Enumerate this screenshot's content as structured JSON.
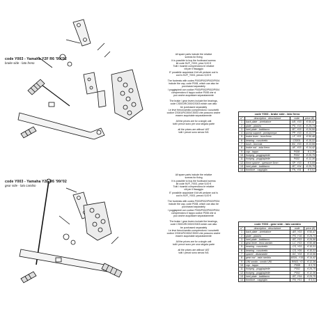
{
  "top": {
    "model_title": "code Y003 - Yamaha Y2F R6 '99/'02",
    "model_subtitle": "brake side - lato freno",
    "notes": [
      [
        "All spare parts include the relative",
        "screws for fixing",
        "It is possible to buy the footboard screws",
        "kit code NVF_Y003, price 5,00 €",
        "Tutti i ricambi comprendono le relative",
        "viti per il fissaggio",
        "E' possibile acquistare il kit viti pedane cod is",
        "cod is NVF_Y003, prezzo 5,00 €"
      ],
      [
        "The footrests with codes P003/P002/P002/P004",
        "include the cap, code P008, which can also be",
        "purchased separately",
        "I poggiapiedi con codice P003/P002/P002/P004",
        "comprendono il tappo codice P008 che si",
        "può anche acquistare separatamente"
      ],
      [
        "The brake / gear levers include the bearings,",
        "code CS001/RC000/CS003 which can also",
        "be purchased separately",
        "Le leve freno/cambio comprendono i cuscinetti",
        "codice CS001/RC000/CS003 che possono anche",
        "essere acquistate separatamente"
      ],
      [
        "All the prices are for a single unit",
        "tutti i prezzi sono per una singola parte"
      ],
      [
        "all the prices are without VAT",
        "tutti i prezzi sono senza IVA"
      ]
    ],
    "table": {
      "caption": "code Y003 - brake side - lato freno",
      "header": [
        "n°",
        "description - descrizione",
        "code",
        "price (€)"
      ],
      "rows": [
        [
          "1",
          "back plate - arretratore",
          "AR_Y03",
          "€ 50,47"
        ],
        [
          "2",
          "plate - piastra",
          "PS_Y16",
          "€ 29,74"
        ],
        [
          "3",
          "heel plate - battitacco",
          "BT_Y03",
          "€ 26,56"
        ],
        [
          "4",
          "pump support - portapompa",
          "PP_Y03",
          "€ 13,77"
        ],
        [
          "5",
          "brake lever - leva freno",
          "LF_Y03",
          "€ 50,48"
        ],
        [
          "6",
          "bearing - cuscinetto",
          "CS001",
          "€ 10,31"
        ],
        [
          "7",
          "bush - boccola",
          "BC_Y03",
          "€ 13,56"
        ],
        [
          "8",
          "brake rod - asta freno",
          "AF_Y03",
          "€ 14,42"
        ],
        [
          "9",
          "cap - tappo",
          "P008",
          "€ 2,70"
        ],
        [
          "10",
          "footpeg - poggiapiede",
          "P002",
          "€ 25,75"
        ],
        [
          "11",
          "footpeg - poggiapiede",
          "P002",
          "€ 12,36"
        ],
        [
          "12",
          "6mm spacer - spessore 6mm",
          "SP_Y03",
          "€ 5,09"
        ],
        [
          "13",
          "heel plate - battitacco",
          "BT_Y04",
          "€ 25,75"
        ],
        [
          "14",
          "fornitore - cappiglia",
          "FN_Y01",
          "€ 5,01"
        ]
      ]
    }
  },
  "bottom": {
    "model_title": "code Y003 - Yamaha Y2F R6 '99/'02",
    "model_subtitle": "gear side - lato cambio",
    "notes": [
      [
        "All spare parts include the relative",
        "screws for fixing",
        "It is possible to buy the footboard screws",
        "kit code NVF_Y003, price 5,00 €",
        "Tutti i ricambi comprendono le relative",
        "viti per il fissaggio",
        "E' possibile acquistare il kit viti pedane cod is",
        "cod is NVF_Y003, prezzo 5,00 €"
      ],
      [
        "The footrests with codes P003/P002/P002/P004",
        "include the cap, code P008, which can also be",
        "purchased separately",
        "I poggiapiedi con codice P003/P002/P002/P004",
        "comprendono il tappo codice P008 che si",
        "può anche acquistare separatamente"
      ],
      [
        "The brake / gear levers include the bearings,",
        "code CS001/RC000/CS003 which can also",
        "be purchased separately",
        "Le leve freno/cambio comprendono i cuscinetti",
        "codice CS001/RC000/CS003 che possono anche",
        "essere acquistate separatamente"
      ],
      [
        "All the prices are for a single unit",
        "tutti i prezzi sono per una singola parte"
      ],
      [
        "all the prices are without VAT",
        "tutti i prezzi sono senza IVA"
      ]
    ],
    "table": {
      "caption": "code Y003 - gear side - lato cambio",
      "header": [
        "n°",
        "description - descrizione",
        "code",
        "price (€)"
      ],
      "rows": [
        [
          "1",
          "back plate - arretratore",
          "AR_Y03",
          "€ 50,47"
        ],
        [
          "2",
          "plate - piastra",
          "PS_Y16",
          "€ 29,74"
        ],
        [
          "3",
          "heel plate - battitacco",
          "BT_Y03",
          "€ 26,56"
        ],
        [
          "4",
          "gear lever - leva cambio",
          "LC_Y03",
          "€ 50,48"
        ],
        [
          "5",
          "bearing - cuscinetto",
          "CS_Y03",
          "€ 10,31"
        ],
        [
          "6",
          "bearing - cuscinetto",
          "CS_Y05",
          "€ 10,31"
        ],
        [
          "7",
          "spacer - distanziale",
          "DC_Y03",
          "€ 13,56"
        ],
        [
          "8",
          "gear rod - asta cambio",
          "BS01_Y15",
          "€ 14,42"
        ],
        [
          "9",
          "UNI snodo - snodo UNI",
          "RN03_Y3",
          "€ 12,36"
        ],
        [
          "10",
          "cap - tappo",
          "P008",
          "€ 2,70"
        ],
        [
          "11",
          "footpeg - poggiapiede",
          "P002",
          "€ 25,75"
        ],
        [
          "12",
          "footpeg - poggiapiede",
          "P002",
          "€ 12,36"
        ],
        [
          "13",
          "heel plate - battitacco",
          "BT_Y04",
          "€ 25,75"
        ],
        [
          "14",
          "fornitore - cappiglia",
          "FN_Y01",
          "€ 5,01"
        ]
      ]
    }
  }
}
